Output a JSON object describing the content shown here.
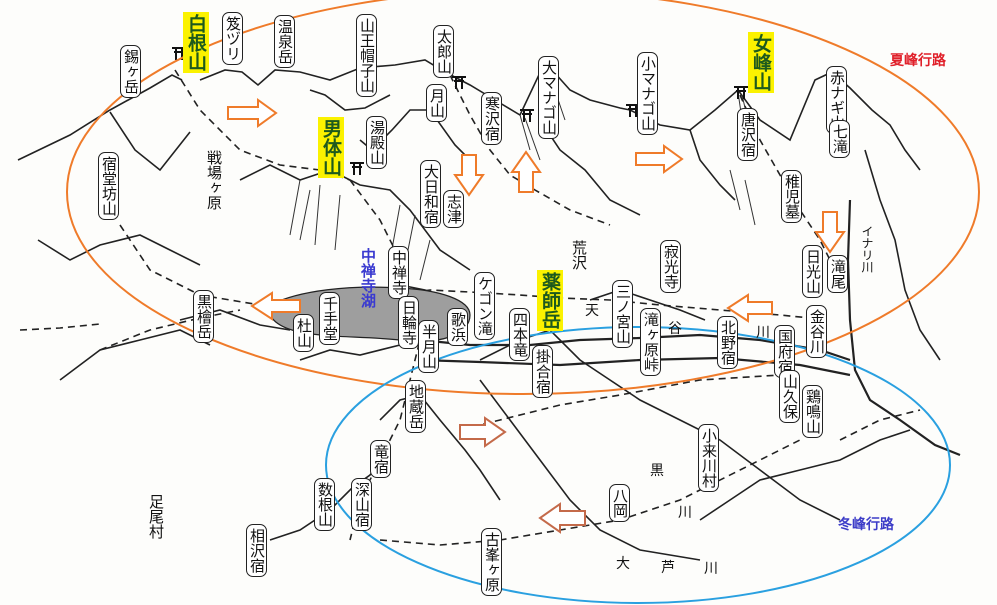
{
  "routes": {
    "summer": {
      "label": "夏峰行路",
      "color": "#e0202a",
      "ellipse_color": "#ef7b2a"
    },
    "winter": {
      "label": "冬峰行路",
      "color": "#3d3dc8",
      "ellipse_color": "#2aa0e0"
    }
  },
  "highlighted_peaks": {
    "shirane": "白根山",
    "nantai": "男体山",
    "nyoho": "女峰山",
    "yakushi": "薬師岳"
  },
  "lake": "中禅寺湖",
  "places": {
    "suzugatake": "錫ヶ岳",
    "sasatsuri": "笈ヅリ",
    "onsengatake": "温泉岳",
    "sannokashirayama": "山王帽子山",
    "taroyama": "太郎山",
    "daimanago": "大マナゴ山",
    "komanago": "小マナゴ山",
    "akanagi": "赤ナギ山",
    "shukudobo": "宿堂坊山",
    "senjogahara": "戦場ヶ原",
    "tsukiyama": "月山",
    "yudonosan": "湯殿山",
    "kansawa": "寒沢宿",
    "karasawa": "唐沢宿",
    "shichitaki": "七滝",
    "oowada": "大日和宿",
    "shitsu": "志津",
    "chigomitaki": "稚児墓",
    "nikkosan": "日光山",
    "takio": "滝尾",
    "inari": "イナリ川",
    "chuzenji": "中禅寺",
    "nichirinji": "日輪寺",
    "arasawa": "荒沢",
    "jakkoji": "寂光寺",
    "kuronokura": "黒檜岳",
    "senjudo": "千手堂",
    "shayama": "杜山",
    "kegon": "ケゴン滝",
    "utagahama": "歌浜",
    "hangatsu": "半月山",
    "shiyoka": "四本竜",
    "sannomiya": "三ノ宮山",
    "takigahara": "滝ヶ原峠",
    "ten": "天",
    "ya": "谷",
    "kanaya": "金谷川",
    "kawa1": "川",
    "kitano": "北野宿",
    "kuni": "国府宿",
    "kakeai": "掛合宿",
    "sanmai": "山久保",
    "keimeizan": "鶏鳴山",
    "jizodake": "地蔵岳",
    "kominato": "小来川村",
    "tatsunosuku": "竜宿",
    "kuro": "黒",
    "kawa2": "川",
    "hakkoku": "八岡",
    "kazuneyama": "数根山",
    "fukayama": "深山宿",
    "ashio": "足尾村",
    "aizawa": "相沢宿",
    "kominegahara": "古峯ヶ原",
    "oo": "大",
    "ashi": "芦",
    "kawa3": "川"
  }
}
